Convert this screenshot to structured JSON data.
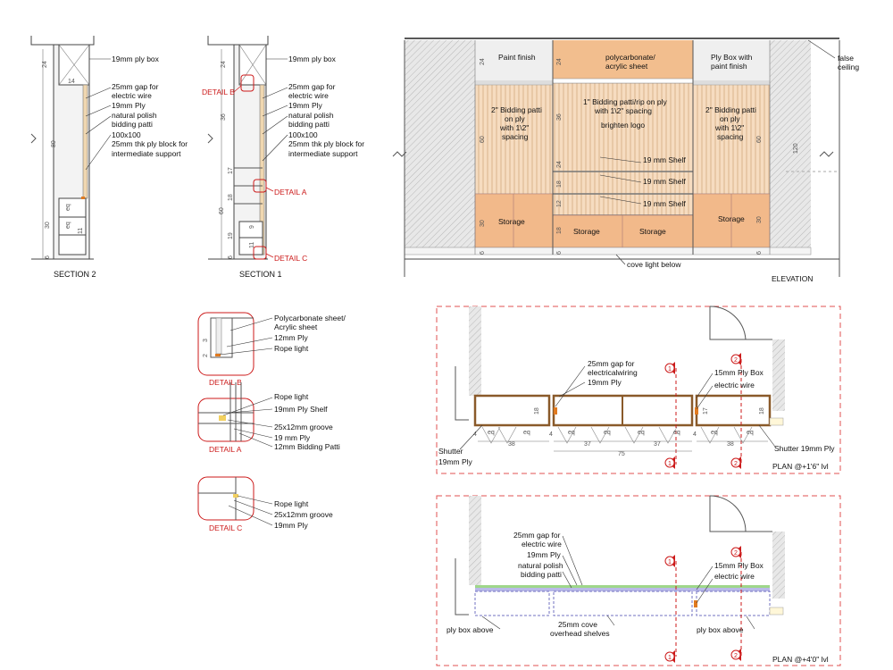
{
  "section2": {
    "title": "SECTION 2",
    "labels": [
      "19mm ply box",
      "25mm gap for",
      "electric wire",
      "19mm Ply",
      "natural polish",
      "bidding patti",
      "100x100",
      "25mm thk ply block for",
      "intermediate support"
    ],
    "dims": [
      "24",
      "14",
      "80",
      "30",
      "eq",
      "eq",
      "11",
      "6"
    ]
  },
  "section1": {
    "title": "SECTION 1",
    "labels": [
      "19mm ply box",
      "25mm gap for",
      "electric wire",
      "19mm Ply",
      "natural polish",
      "bidding patti",
      "100x100",
      "25mm thk ply block for",
      "intermediate support"
    ],
    "detail_b": "DETAIL B",
    "detail_a": "DETAIL A",
    "detail_c": "DETAIL C",
    "dims": [
      "24",
      "36",
      "17",
      "18",
      "60",
      "19",
      "9",
      "11",
      "6"
    ]
  },
  "elevation": {
    "title": "ELEVATION",
    "paint_finish": "Paint finish",
    "polycarbonate": [
      "polycarbonate/",
      "acrylic sheet"
    ],
    "ply_box": [
      "Ply Box with",
      "paint finish"
    ],
    "false_ceiling": [
      "false",
      "ceiling"
    ],
    "left_panel": [
      "2\" Bidding patti",
      "on ply",
      "with 1\\2\"",
      "spacing"
    ],
    "center_panel": [
      "1\" Bidding patti/rip on ply",
      "with 1\\2\" spacing"
    ],
    "brighten_logo": "brighten logo",
    "right_panel": [
      "2\" Bidding patti",
      "on ply",
      "with 1\\2\"",
      "spacing"
    ],
    "shelves": [
      "19 mm Shelf",
      "19 mm Shelf",
      "19 mm Shelf"
    ],
    "storage": [
      "Storage",
      "Storage",
      "Storage",
      "Storage"
    ],
    "cove_light": "cove light below",
    "dims": [
      "24",
      "24",
      "60",
      "36",
      "120",
      "30",
      "18",
      "6",
      "30",
      "60",
      "24",
      "12",
      "18",
      "6",
      "6"
    ]
  },
  "detail_b": {
    "title": "DETAIL B",
    "labels": [
      "Polycarbonate sheet/",
      "Acrylic sheet",
      "12mm Ply",
      "Rope light"
    ],
    "dims": [
      "3",
      "2"
    ]
  },
  "detail_a": {
    "title": "DETAIL A",
    "labels": [
      "Rope light",
      "19mm Ply Shelf",
      "25x12mm groove",
      "19 mm Ply",
      "12mm Bidding Patti"
    ]
  },
  "detail_c": {
    "title": "DETAIL C",
    "labels": [
      "Rope light",
      "25x12mm groove",
      "19mm Ply"
    ]
  },
  "plan1": {
    "title": "PLAN @+1'6\" lvl",
    "labels": [
      "25mm gap for",
      "electricalwiring",
      "19mm Ply",
      "15mm Ply Box",
      "electric wire",
      "Shutter",
      "19mm Ply",
      "Shutter 19mm Ply"
    ],
    "dims": [
      "38",
      "37",
      "37",
      "38",
      "75",
      "18",
      "18",
      "17",
      "eq",
      "eq",
      "eq",
      "eq",
      "eq",
      "eq",
      "eq",
      "eq",
      "4",
      "4",
      "4"
    ],
    "markers": [
      "1",
      "2",
      "1",
      "2"
    ]
  },
  "plan2": {
    "title": "PLAN @+4'0\" lvl",
    "labels": [
      "25mm gap for",
      "electric wire",
      "19mm Ply",
      "natural polish",
      "bidding patti",
      "15mm Ply Box",
      "electric wire",
      "25mm cove",
      "overhead shelves",
      "ply box above",
      "ply box above"
    ],
    "markers": [
      "1",
      "2",
      "1",
      "2"
    ]
  }
}
